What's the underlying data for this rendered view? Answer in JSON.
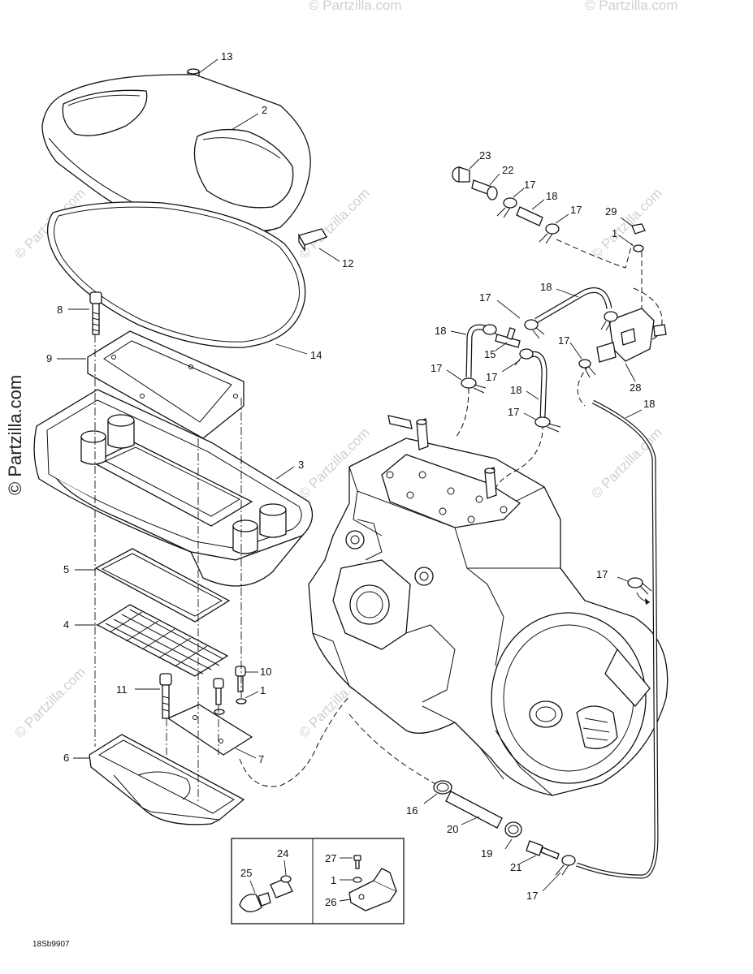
{
  "watermark": {
    "text": "© Partzilla.com",
    "side_text": "© Partzilla.com"
  },
  "reference_code": "18Sb9907",
  "callouts": {
    "c1": "1",
    "c1b": "1",
    "c1c": "1",
    "c2": "2",
    "c3": "3",
    "c4": "4",
    "c5": "5",
    "c6": "6",
    "c7": "7",
    "c8": "8",
    "c9": "9",
    "c10": "10",
    "c11": "11",
    "c12": "12",
    "c13": "13",
    "c14": "14",
    "c15": "15",
    "c16": "16",
    "c17a": "17",
    "c17b": "17",
    "c17c": "17",
    "c17d": "17",
    "c17e": "17",
    "c17f": "17",
    "c17g": "17",
    "c17h": "17",
    "c17i": "17",
    "c18a": "18",
    "c18b": "18",
    "c18c": "18",
    "c18d": "18",
    "c18e": "18",
    "c19": "19",
    "c20": "20",
    "c21": "21",
    "c22": "22",
    "c23": "23",
    "c24": "24",
    "c25": "25",
    "c26": "26",
    "c27": "27",
    "c28": "28",
    "c29": "29"
  }
}
